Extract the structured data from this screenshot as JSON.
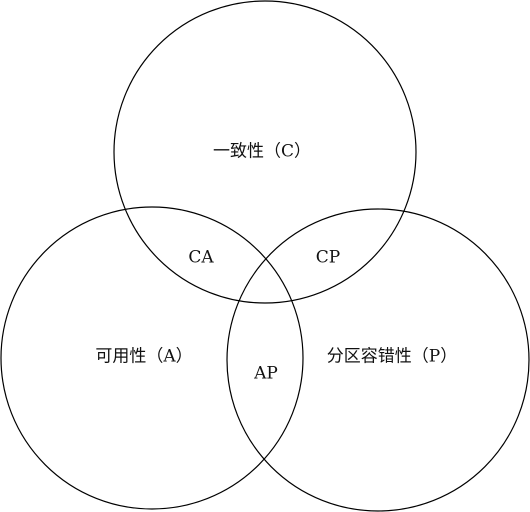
{
  "diagram": {
    "type": "venn",
    "sets": {
      "consistency": "一致性（C）",
      "availability": "可用性（A）",
      "partition_tolerance": "分区容错性（P）"
    },
    "intersections": {
      "ca": "CA",
      "cp": "CP",
      "ap": "AP"
    },
    "colors": {
      "stroke": "#000000",
      "text": "#111111",
      "background": "#ffffff"
    }
  }
}
